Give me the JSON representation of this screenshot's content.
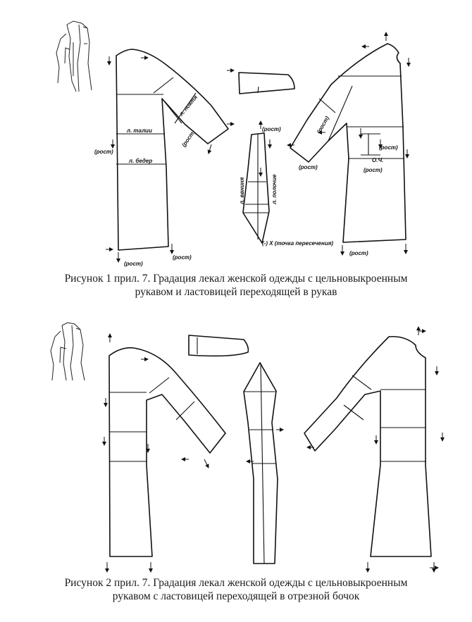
{
  "figure1": {
    "caption_line1": "Рисунок 1 прил. 7. Градация лекал женской одежды с цельновыкроенным",
    "caption_line2": "рукавом и ластовицей переходящей в рукав",
    "labels": {
      "rost": "(рост)",
      "waist_line": "л. талии",
      "hip_line": "л. бедер",
      "elbow_line": "л. локтя",
      "rost_short": "(рост)",
      "front_line": "л. ввниня",
      "half_line": "л. полочие",
      "crossing_point": "(-) X (точка пересечения)",
      "ogh": "О.Ч."
    }
  },
  "figure2": {
    "caption_line1": "Рисунок 2 прил. 7. Градация лекал женской одежды с цельновыкроенным",
    "caption_line2": "рукавом  с ластовицей переходящей в отрезной бочок"
  }
}
